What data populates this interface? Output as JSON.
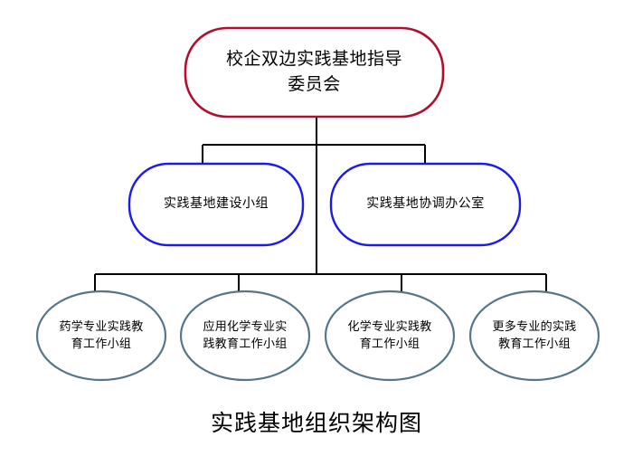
{
  "diagram": {
    "caption": "实践基地组织架构图",
    "colors": {
      "level1_border": "#b01030",
      "level2_border": "#1a1aee",
      "level3_border": "#55768a",
      "connector": "#000000",
      "node_fill": "#ffffff",
      "background": "#ffffff",
      "text": "#000000"
    },
    "level1": {
      "label": "校企双边实践基地指导\n委员会"
    },
    "level2": [
      {
        "label": "实践基地建设小组"
      },
      {
        "label": "实践基地协调办公室"
      }
    ],
    "level3": [
      {
        "label": "药学专业实践教\n育工作小组"
      },
      {
        "label": "应用化学专业实\n践教育工作小组"
      },
      {
        "label": "化学专业实践教\n育工作小组"
      },
      {
        "label": "更多专业的实践\n教育工作小组"
      }
    ]
  }
}
